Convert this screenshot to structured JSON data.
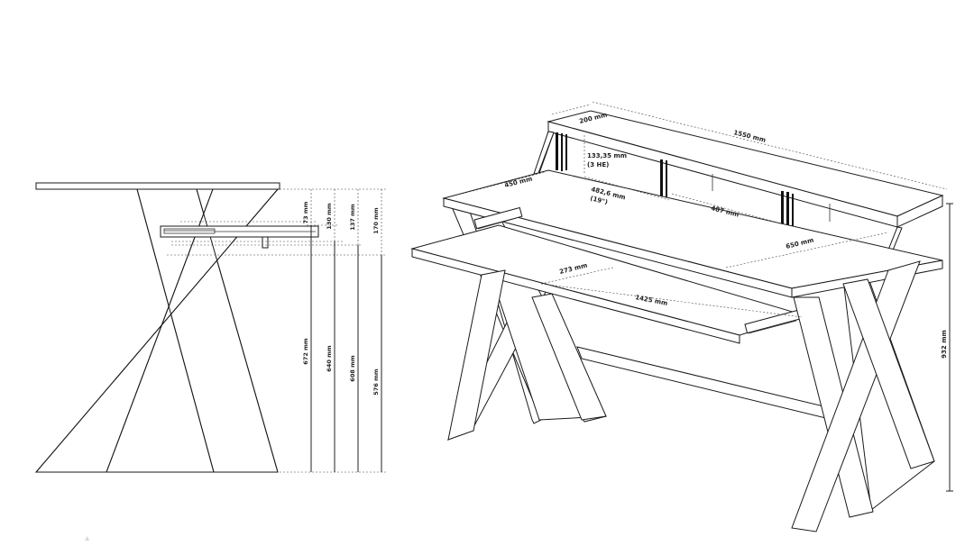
{
  "side_view": {
    "dimensions": {
      "d73": "73 mm",
      "d130": "130 mm",
      "d137": "137 mm",
      "d170": "170 mm",
      "d672": "672 mm",
      "d640": "640 mm",
      "d608": "608 mm",
      "d576": "576 mm"
    }
  },
  "iso_view": {
    "dimensions": {
      "d200": "200 mm",
      "d1550": "1550 mm",
      "d133": "133,35 mm",
      "d133_sub": "(3 HE)",
      "d450": "450 mm",
      "d482": "482,6 mm",
      "d482_sub": "(19\")",
      "d487": "487 mm",
      "d650": "650 mm",
      "d273": "273 mm",
      "d1425": "1425 mm",
      "d932": "932 mm"
    }
  }
}
